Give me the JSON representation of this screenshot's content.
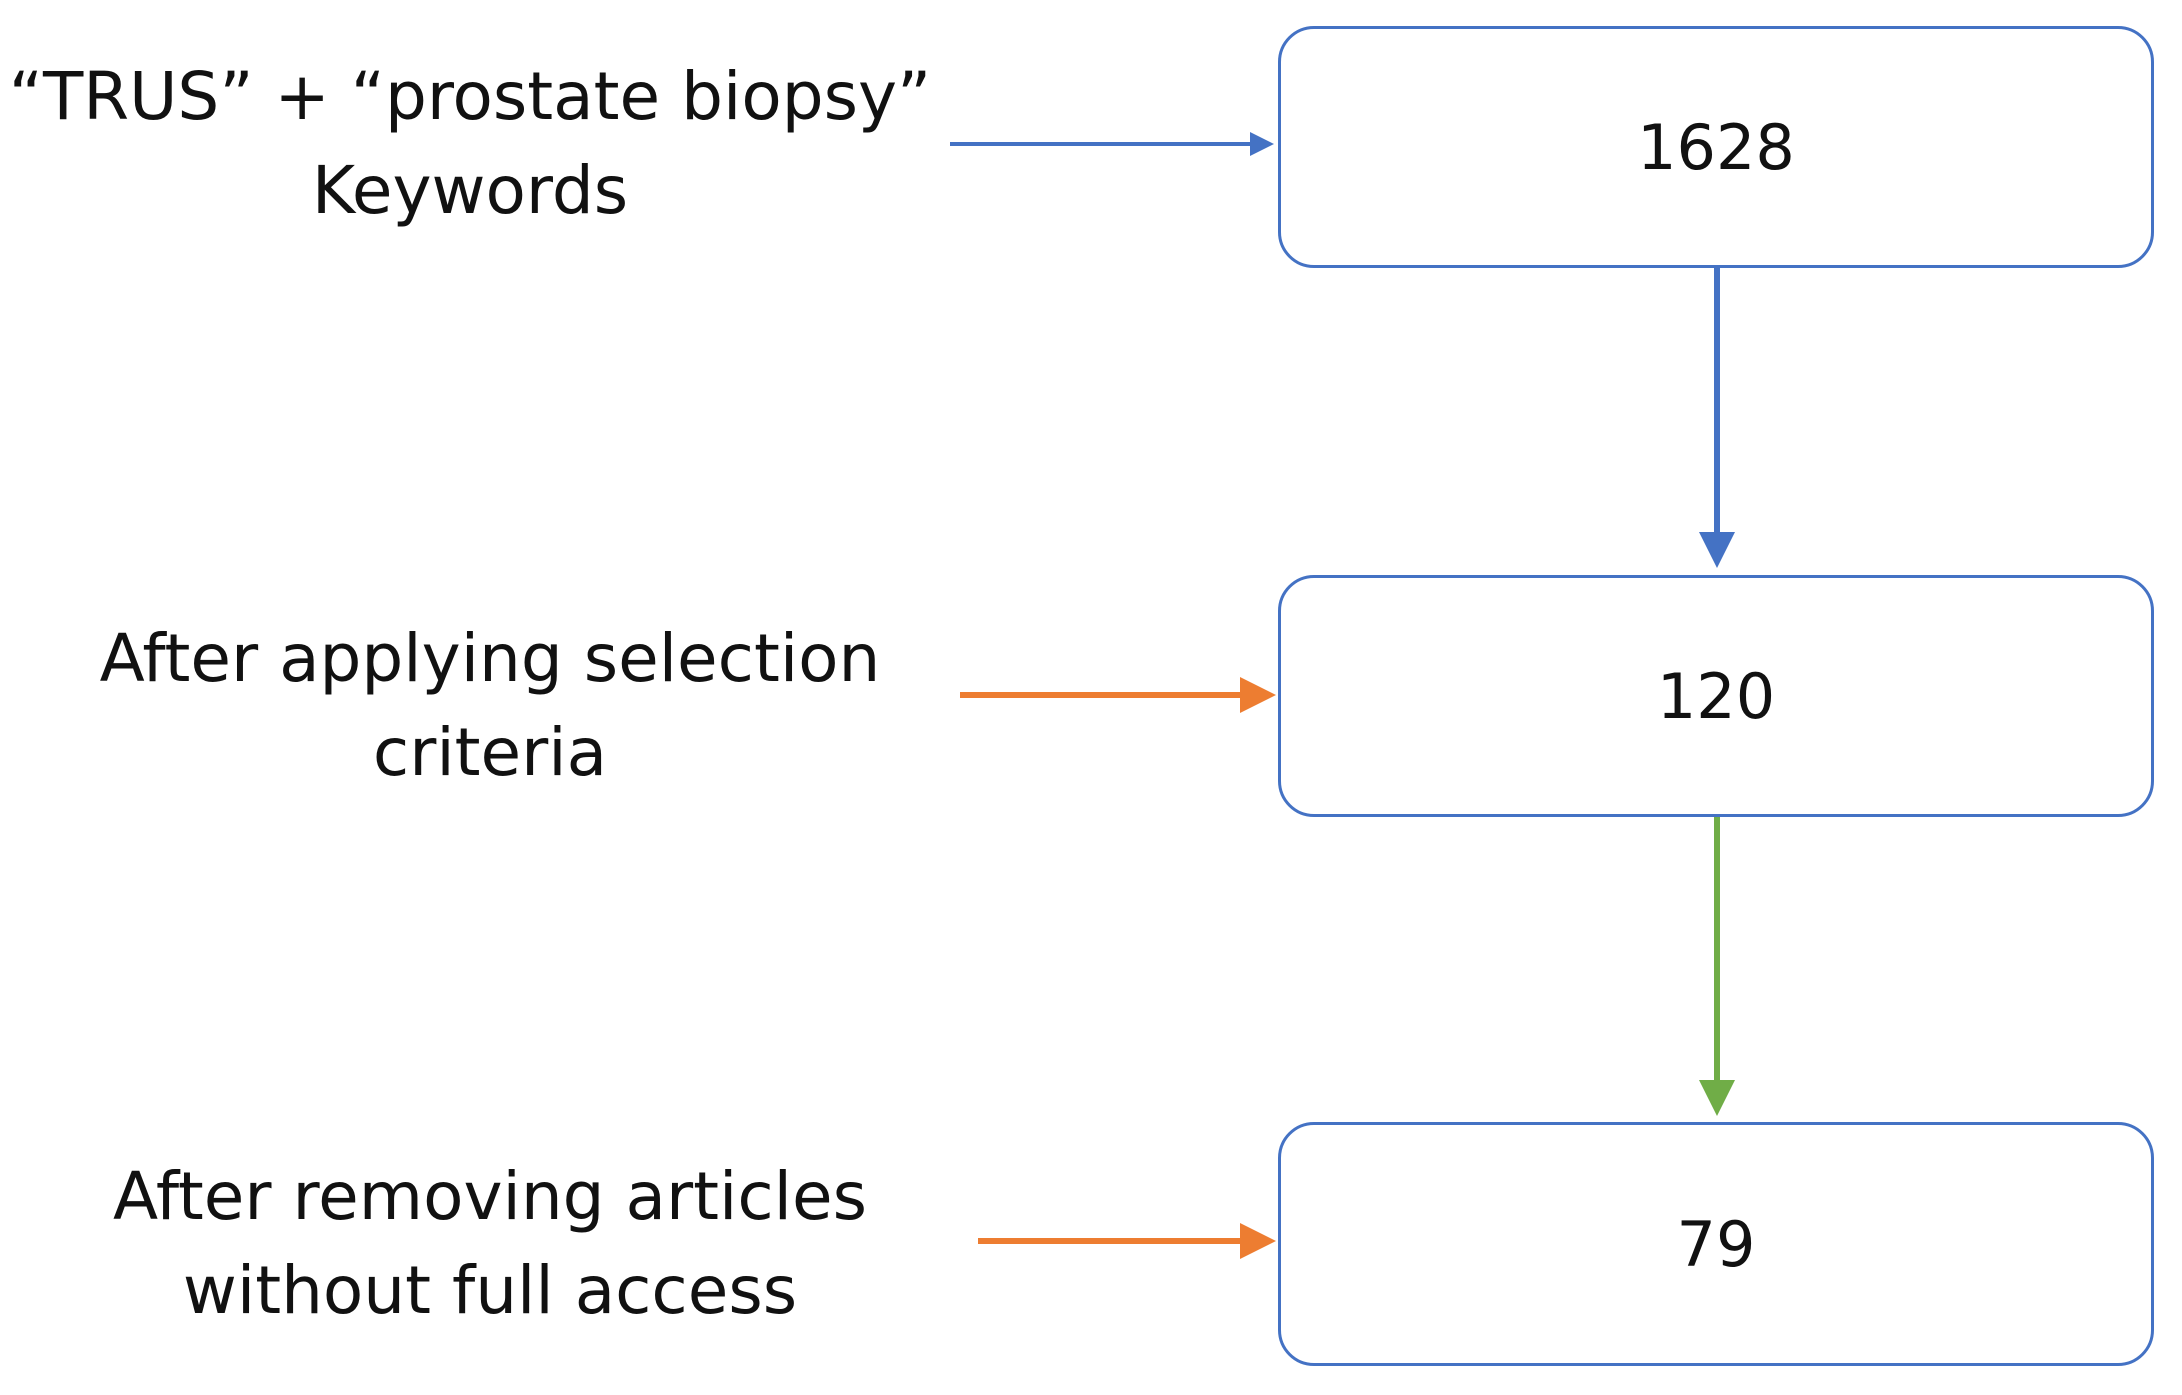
{
  "steps": [
    {
      "label_line1": "“TRUS” + “prostate biopsy”",
      "label_line2": "Keywords",
      "count": "1628",
      "arrow_color": "#4472c4"
    },
    {
      "label_line1": "After applying selection",
      "label_line2": "criteria",
      "count": "120",
      "arrow_color": "#ed7d31"
    },
    {
      "label_line1": "After removing articles",
      "label_line2": "without full access",
      "count": "79",
      "arrow_color": "#ed7d31"
    }
  ],
  "flow_arrows": [
    {
      "from": "1628",
      "to": "120",
      "color": "#4472c4"
    },
    {
      "from": "120",
      "to": "79",
      "color": "#70ad47"
    }
  ],
  "box_border_color": "#4472c4"
}
